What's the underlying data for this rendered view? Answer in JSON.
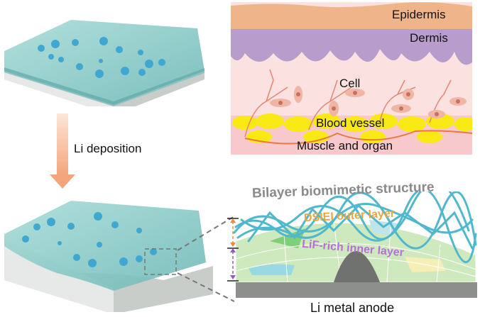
{
  "process": {
    "arrow_label": "Li deposition",
    "arrow_color": "#f4a57a"
  },
  "skin": {
    "layers": [
      "Epidermis",
      "Dermis",
      "Cell",
      "Blood vessel",
      "Muscle and organ"
    ],
    "colors": {
      "epidermis": "#f0b48a",
      "dermis": "#b79ccc",
      "dermis_dark": "#8e6fae",
      "tissue": "#fbe1df",
      "fat": "#f8e814",
      "vessel": "#e8846f",
      "cell": "#efb5a5",
      "nucleus": "#c9705f"
    }
  },
  "bilayer": {
    "title": "Bilayer biomimetic structure",
    "outer_label": "DSIEI outer layer",
    "inner_label": "LiF-rich inner layer",
    "anode_label": "Li metal anode",
    "colors": {
      "title": "#8a8a8a",
      "outer_label": "#e6a640",
      "inner_label": "#b66fd6",
      "fiber": "#4fb8cc",
      "inner_cells": "#cfe9be",
      "anode": "#8c8f8c",
      "outer_arrow": "#f08a3c",
      "inner_arrow": "#8e5cc4"
    }
  },
  "slabs": {
    "gel_color": "#7dc6c4",
    "substrate_color": "#d8dcd8",
    "nodule_color": "#3fa8d2"
  }
}
